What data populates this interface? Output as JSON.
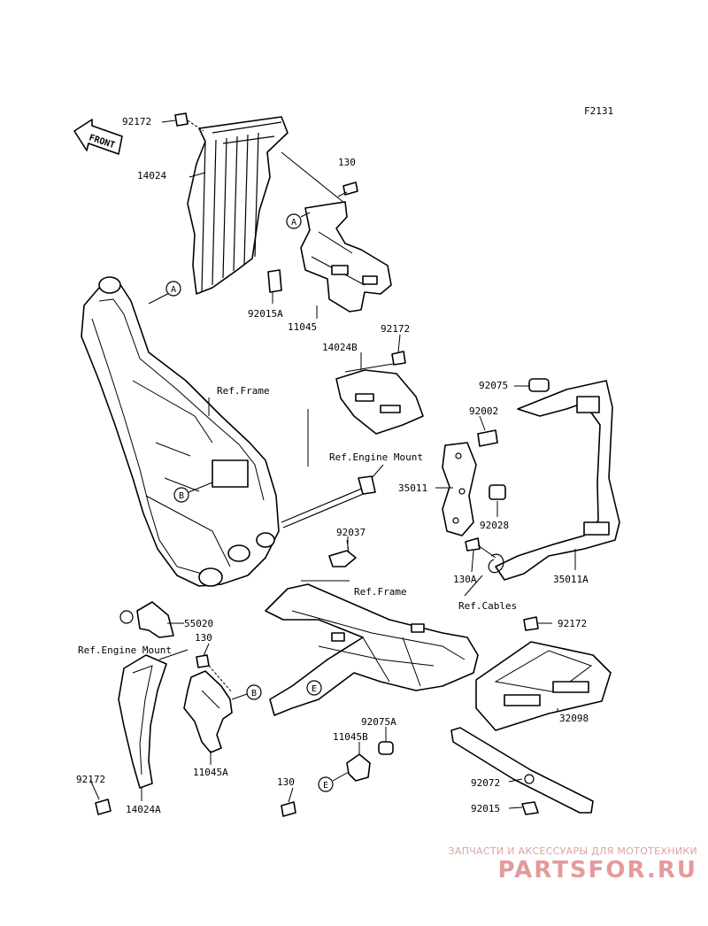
{
  "figure_id": "F2131",
  "front_badge": "FRONT",
  "part_labels": [
    "92172",
    "14024",
    "130",
    "92015A",
    "11045",
    "92172",
    "14024B",
    "92075",
    "92002",
    "35011",
    "92028",
    "92037",
    "130A",
    "35011A",
    "55020",
    "130",
    "11045A",
    "92172",
    "32098",
    "92075A",
    "11045B",
    "130",
    "92072",
    "92015",
    "92172",
    "14024A"
  ],
  "ref_labels": [
    "Ref.Frame",
    "Ref.Engine Mount",
    "Ref.Frame",
    "Ref.Cables",
    "Ref.Engine Mount"
  ],
  "callouts": [
    "A",
    "A",
    "B",
    "B",
    "E",
    "E"
  ],
  "watermark": {
    "tagline": "ЗАПЧАСТИ И АКСЕССУАРЫ ДЛЯ МОТОТЕХНИКИ",
    "logo": "PARTSFOR.RU"
  }
}
